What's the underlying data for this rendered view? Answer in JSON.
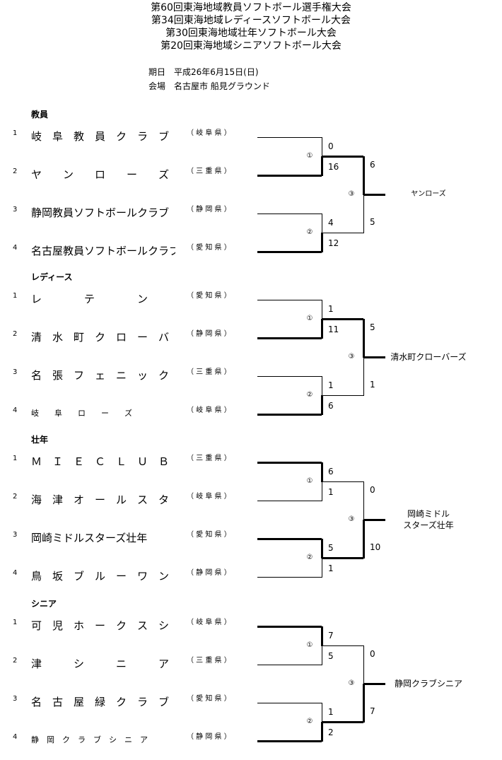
{
  "header": {
    "titles": [
      "第60回東海地域教員ソフトボール選手権大会",
      "第34回東海地域レディースソフトボール大会",
      "第30回東海地域壮年ソフトボール大会",
      "第20回東海地域シニアソフトボール大会"
    ],
    "date": "期日　平成26年6月15日(日)",
    "venue": "会場　名古屋市 船見グラウンド"
  },
  "brackets": [
    {
      "category": "教員",
      "teams": [
        {
          "seed": "1",
          "name": "岐　阜　教　員　ク　ラ　ブ",
          "pref": "（ 岐 阜 県 ）"
        },
        {
          "seed": "2",
          "name": "ヤ　　ン　　ロ　　ー　　ズ",
          "pref": "（ 三 重 県 ）"
        },
        {
          "seed": "3",
          "name": "静岡教員ソフトボールクラブ",
          "pref": "（ 静 岡 県 ）"
        },
        {
          "seed": "4",
          "name": "名古屋教員ソフトボールクラブ",
          "pref": "（ 愛 知 県 ）"
        }
      ],
      "match1": {
        "label": "①",
        "top": "0",
        "bottom": "16"
      },
      "match2": {
        "label": "②",
        "top": "4",
        "bottom": "12"
      },
      "final": {
        "label": "③",
        "top": "6",
        "bottom": "5"
      },
      "winner": "ヤンローズ"
    },
    {
      "category": "レディース",
      "teams": [
        {
          "seed": "1",
          "name": "レ　　　　テ　　　　ン",
          "pref": "（ 愛 知 県 ）"
        },
        {
          "seed": "2",
          "name": "清　水　町　ク　ロ　ー　バ　ー　ズ",
          "pref": "（ 静 岡 県 ）"
        },
        {
          "seed": "3",
          "name": "名　張　フ　ェ　ニ　ッ　ク　ス",
          "pref": "（ 三 重 県 ）"
        },
        {
          "seed": "4",
          "name": "岐　　阜　　ロ　　ー　　ズ",
          "pref": "（ 岐 阜 県 ）"
        }
      ],
      "match1": {
        "label": "①",
        "top": "1",
        "bottom": "11"
      },
      "match2": {
        "label": "②",
        "top": "1",
        "bottom": "6"
      },
      "final": {
        "label": "③",
        "top": "5",
        "bottom": "1"
      },
      "winner": "清水町クローバーズ"
    },
    {
      "category": "壮年",
      "teams": [
        {
          "seed": "1",
          "name": "Ｍ　Ｉ　Ｅ　Ｃ　Ｌ　Ｕ　Ｂ",
          "pref": "（ 三 重 県 ）"
        },
        {
          "seed": "2",
          "name": "海　津　オ　ー　ル　ス　タ　ー　ズ",
          "pref": "（ 岐 阜 県 ）"
        },
        {
          "seed": "3",
          "name": "岡崎ミドルスターズ壮年",
          "pref": "（ 愛 知 県 ）"
        },
        {
          "seed": "4",
          "name": "鳥　坂　ブ　ル　ー　ワ　ン　ク　ラ　ブ",
          "pref": "（ 静 岡 県 ）"
        }
      ],
      "match1": {
        "label": "①",
        "top": "6",
        "bottom": "1"
      },
      "match2": {
        "label": "②",
        "top": "5",
        "bottom": "1"
      },
      "final": {
        "label": "③",
        "top": "0",
        "bottom": "10"
      },
      "winner": "岡崎ミドル\nスターズ壮年"
    },
    {
      "category": "シニア",
      "teams": [
        {
          "seed": "1",
          "name": "可　児　ホ　ー　ク　ス　シ　ニ　ア",
          "pref": "（ 岐 阜 県 ）"
        },
        {
          "seed": "2",
          "name": "津　　　シ　　　ニ　　　ア",
          "pref": "（ 三 重 県 ）"
        },
        {
          "seed": "3",
          "name": "名　古　屋　緑　ク　ラ　ブ",
          "pref": "（ 愛 知 県 ）"
        },
        {
          "seed": "4",
          "name": "静　岡　ク　ラ　ブ　シ　ニ　ア",
          "pref": "（ 静 岡 県 ）"
        }
      ],
      "match1": {
        "label": "①",
        "top": "7",
        "bottom": "5"
      },
      "match2": {
        "label": "②",
        "top": "1",
        "bottom": "2"
      },
      "final": {
        "label": "③",
        "top": "0",
        "bottom": "7"
      },
      "winner": "静岡クラブシニア"
    }
  ]
}
